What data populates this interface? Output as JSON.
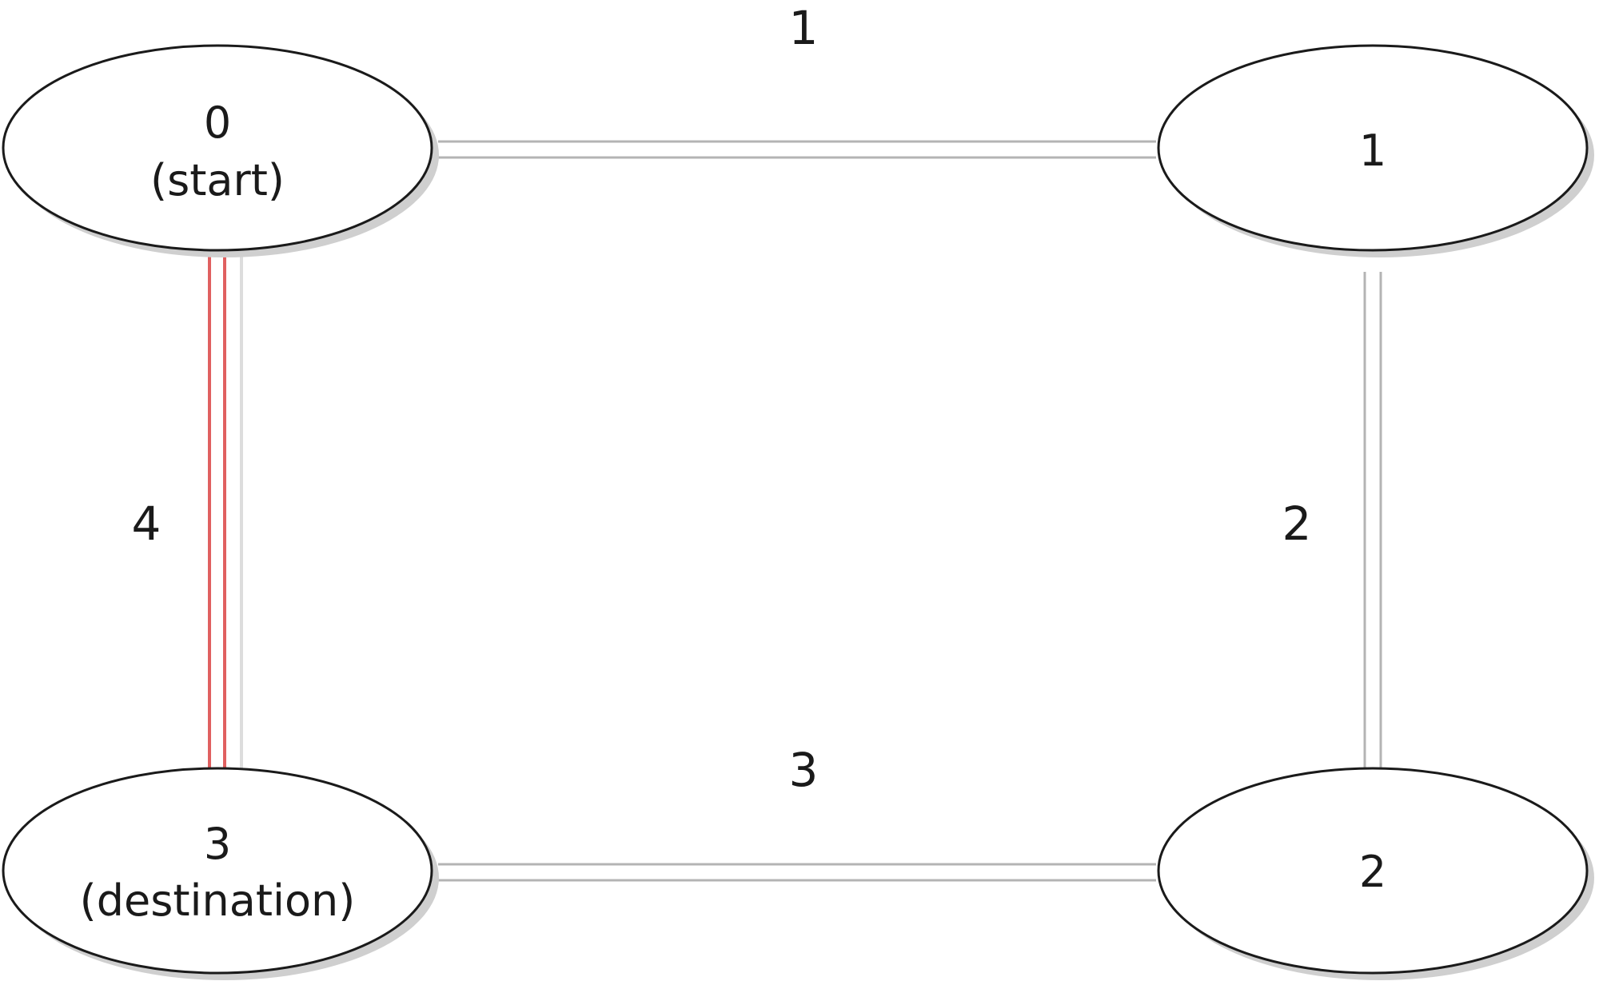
{
  "diagram": {
    "type": "weighted-graph",
    "nodes": [
      {
        "id": "n0",
        "line1": "0",
        "line2": "(start)"
      },
      {
        "id": "n1",
        "line1": "1",
        "line2": ""
      },
      {
        "id": "n2",
        "line1": "2",
        "line2": ""
      },
      {
        "id": "n3",
        "line1": "3",
        "line2": "(destination)"
      }
    ],
    "edges": [
      {
        "id": "e01",
        "from": "0",
        "to": "1",
        "weight": "1",
        "highlighted": false
      },
      {
        "id": "e12",
        "from": "1",
        "to": "2",
        "weight": "2",
        "highlighted": false
      },
      {
        "id": "e23",
        "from": "2",
        "to": "3",
        "weight": "3",
        "highlighted": false
      },
      {
        "id": "e03",
        "from": "0",
        "to": "3",
        "weight": "4",
        "highlighted": true
      }
    ],
    "colors": {
      "edge": "#b4b4b4",
      "highlight_edge": "#e06060",
      "node_stroke": "#1a1a1a",
      "node_fill": "#ffffff",
      "shadow": "#cfcfcf"
    }
  }
}
